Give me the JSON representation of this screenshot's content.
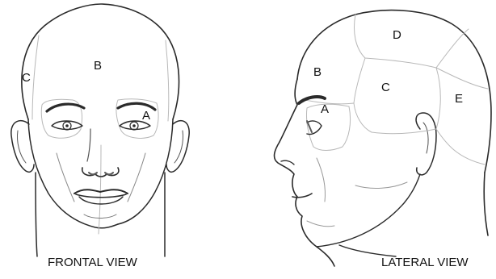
{
  "frontal": {
    "caption": "FRONTAL VIEW",
    "labels": {
      "a": "A",
      "b": "B",
      "c": "C"
    }
  },
  "lateral": {
    "caption": "LATERAL VIEW",
    "labels": {
      "a": "A",
      "b": "B",
      "c": "C",
      "d": "D",
      "e": "E"
    }
  },
  "colors": {
    "outline": "#2a2a2a",
    "region_line": "#b8b8b8",
    "shade": "#5a5a5a"
  }
}
